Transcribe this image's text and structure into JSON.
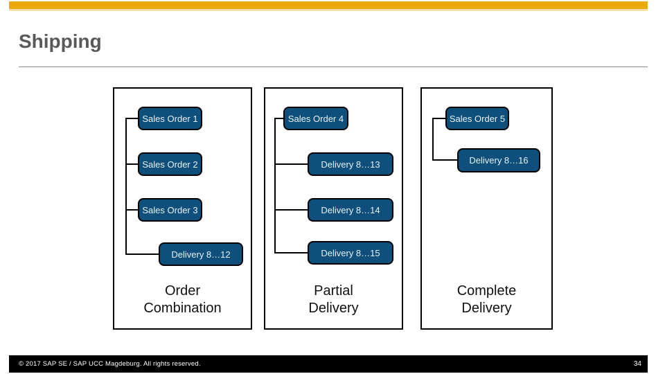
{
  "slide": {
    "title": "Shipping",
    "footer": {
      "copyright": "© 2017 SAP SE / SAP UCC Magdeburg. All rights reserved.",
      "page_number": "34"
    }
  },
  "colors": {
    "accent_gold": "#ECA90B",
    "accent_gold_light": "#F7E3A6",
    "node_blue": "#0E4F7B",
    "node_text": "#E8F1F8",
    "title_gray": "#595959"
  },
  "panels": [
    {
      "caption": "Order Combination",
      "label_lines": [
        "Order",
        "Combination"
      ],
      "nodes": [
        "Sales Order 1",
        "Sales Order 2",
        "Sales Order 3",
        "Delivery 8…12"
      ]
    },
    {
      "caption": "Partial Delivery",
      "label_lines": [
        "Partial",
        "Delivery"
      ],
      "nodes": [
        "Sales Order 4",
        "Delivery 8…13",
        "Delivery 8…14",
        "Delivery 8…15"
      ]
    },
    {
      "caption": "Complete Delivery",
      "label_lines": [
        "Complete",
        "Delivery"
      ],
      "nodes": [
        "Sales Order 5",
        "Delivery 8…16"
      ]
    }
  ]
}
